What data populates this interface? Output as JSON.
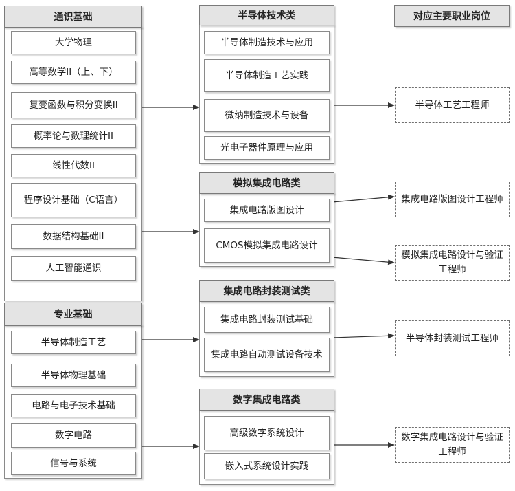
{
  "general_basics": {
    "title": "通识基础",
    "courses": [
      "大学物理",
      "高等数学II（上、下）",
      "复变函数与积分变换II",
      "概率论与数理统计II",
      "线性代数II",
      "程序设计基础（C语言）",
      "数据结构基础II",
      "人工智能通识"
    ]
  },
  "major_basics": {
    "title": "专业基础",
    "courses": [
      "半导体制造工艺",
      "半导体物理基础",
      "电路与电子技术基础",
      "数字电路",
      "信号与系统"
    ]
  },
  "semiconductor_tech": {
    "title": "半导体技术类",
    "courses": [
      "半导体制造技术与应用",
      "半导体制造工艺实践",
      "微纳制造技术与设备",
      "光电子器件原理与应用"
    ]
  },
  "analog_ic": {
    "title": "模拟集成电路类",
    "courses": [
      "集成电路版图设计",
      "CMOS模拟集成电路设计"
    ]
  },
  "ic_packaging_test": {
    "title": "集成电路封装测试类",
    "courses": [
      "集成电路封装测试基础",
      "集成电路自动测试设备技术"
    ]
  },
  "digital_ic": {
    "title": "数字集成电路类",
    "courses": [
      "高级数字系统设计",
      "嵌入式系统设计实践"
    ]
  },
  "jobs": {
    "title": "对应主要职业岗位",
    "items": [
      "半导体工艺工程师",
      "集成电路版图设计工程师",
      "模拟集成电路设计与验证工程师",
      "半导体封装测试工程师",
      "数字集成电路设计与验证工程师"
    ]
  }
}
